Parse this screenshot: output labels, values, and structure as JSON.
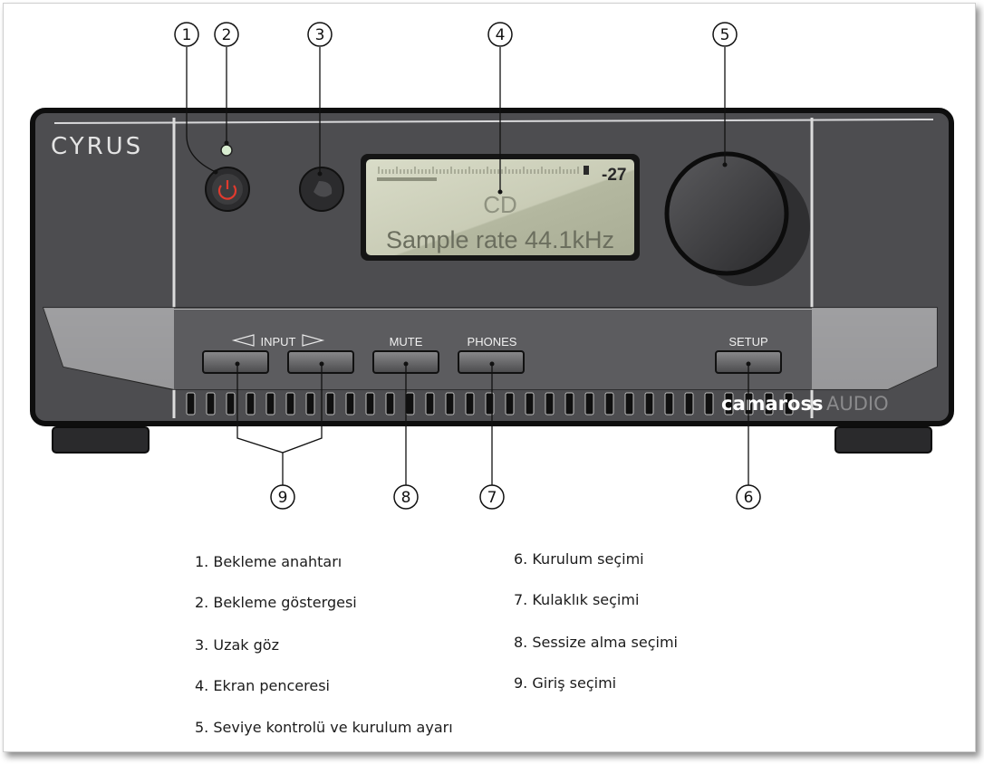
{
  "device": {
    "brand_logo": "CYRUS",
    "display": {
      "volume_readout": "-27",
      "source_line": "CD",
      "info_line": "Sample rate 44.1kHz"
    },
    "button_labels": {
      "input": "INPUT",
      "mute": "MUTE",
      "phones": "PHONES",
      "setup": "SETUP"
    },
    "watermark": {
      "primary": "camaross",
      "secondary": "AUDIO"
    }
  },
  "callouts": [
    "1",
    "2",
    "3",
    "4",
    "5",
    "6",
    "7",
    "8",
    "9"
  ],
  "legend": {
    "left": [
      "1. Bekleme anahtarı",
      "2. Bekleme göstergesi",
      "3. Uzak göz",
      "4. Ekran penceresi",
      "5. Seviye kontrolü ve kurulum ayarı"
    ],
    "right": [
      "6. Kurulum seçimi",
      "7. Kulaklık seçimi",
      "8. Sessize alma seçimi",
      "9. Giriş seçimi"
    ]
  }
}
